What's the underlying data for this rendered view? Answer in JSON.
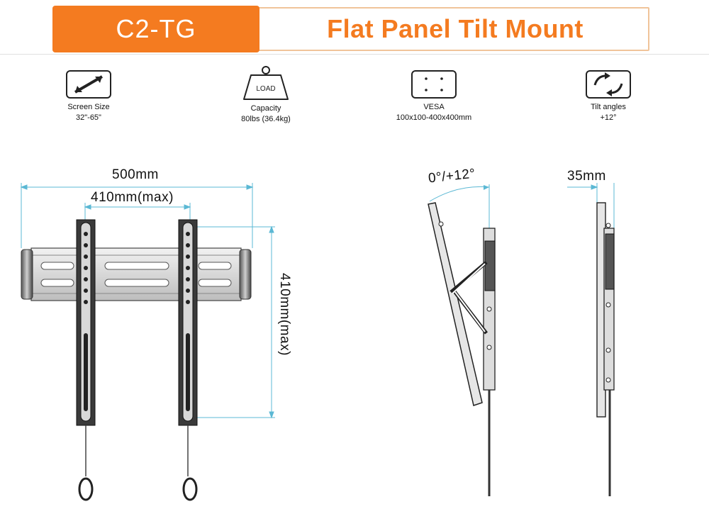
{
  "header": {
    "model": "C2-TG",
    "title": "Flat Panel Tilt Mount"
  },
  "specs": [
    {
      "icon": "screen-size-icon",
      "label": "Screen Size",
      "value": "32\"-65\""
    },
    {
      "icon": "load-weight-icon",
      "icon_text": "LOAD",
      "label": "Capacity",
      "value": "80lbs (36.4kg)"
    },
    {
      "icon": "vesa-pattern-icon",
      "label": "VESA",
      "value": "100x100-400x400mm"
    },
    {
      "icon": "tilt-rotate-icon",
      "label": "Tilt angles",
      "value": "+12°"
    }
  ],
  "dimensions": {
    "overall_width": "500mm",
    "max_horizontal": "410mm(max)",
    "max_vertical": "410mm(max)",
    "tilt": "0°/+12°",
    "depth": "35mm"
  },
  "colors": {
    "accent": "#f47b20",
    "dimension_line": "#5bb8d4"
  }
}
